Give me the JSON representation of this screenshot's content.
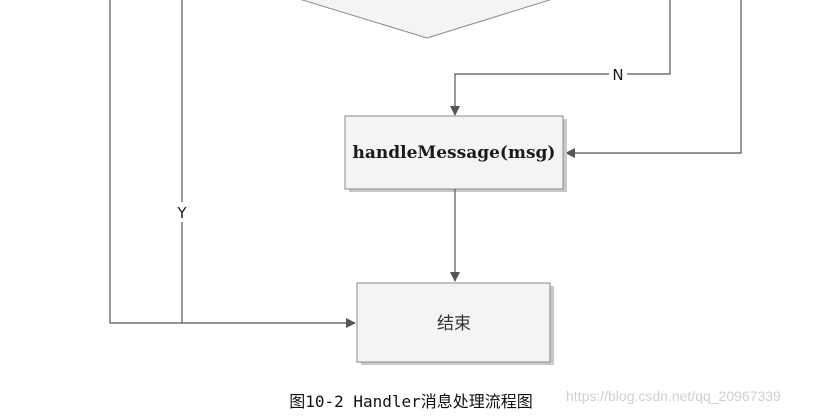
{
  "nodes": {
    "handle_message": "handleMessage(msg)",
    "end": "结束"
  },
  "edge_labels": {
    "no": "N",
    "yes": "Y"
  },
  "caption": "图10-2 Handler消息处理流程图",
  "watermark": "https://blog.csdn.net/qq_20967339",
  "colors": {
    "line": "#555555",
    "box_fill": "#f4f4f4",
    "box_stroke": "#8a8a8a",
    "box_shadow": "#c8c8c8"
  }
}
